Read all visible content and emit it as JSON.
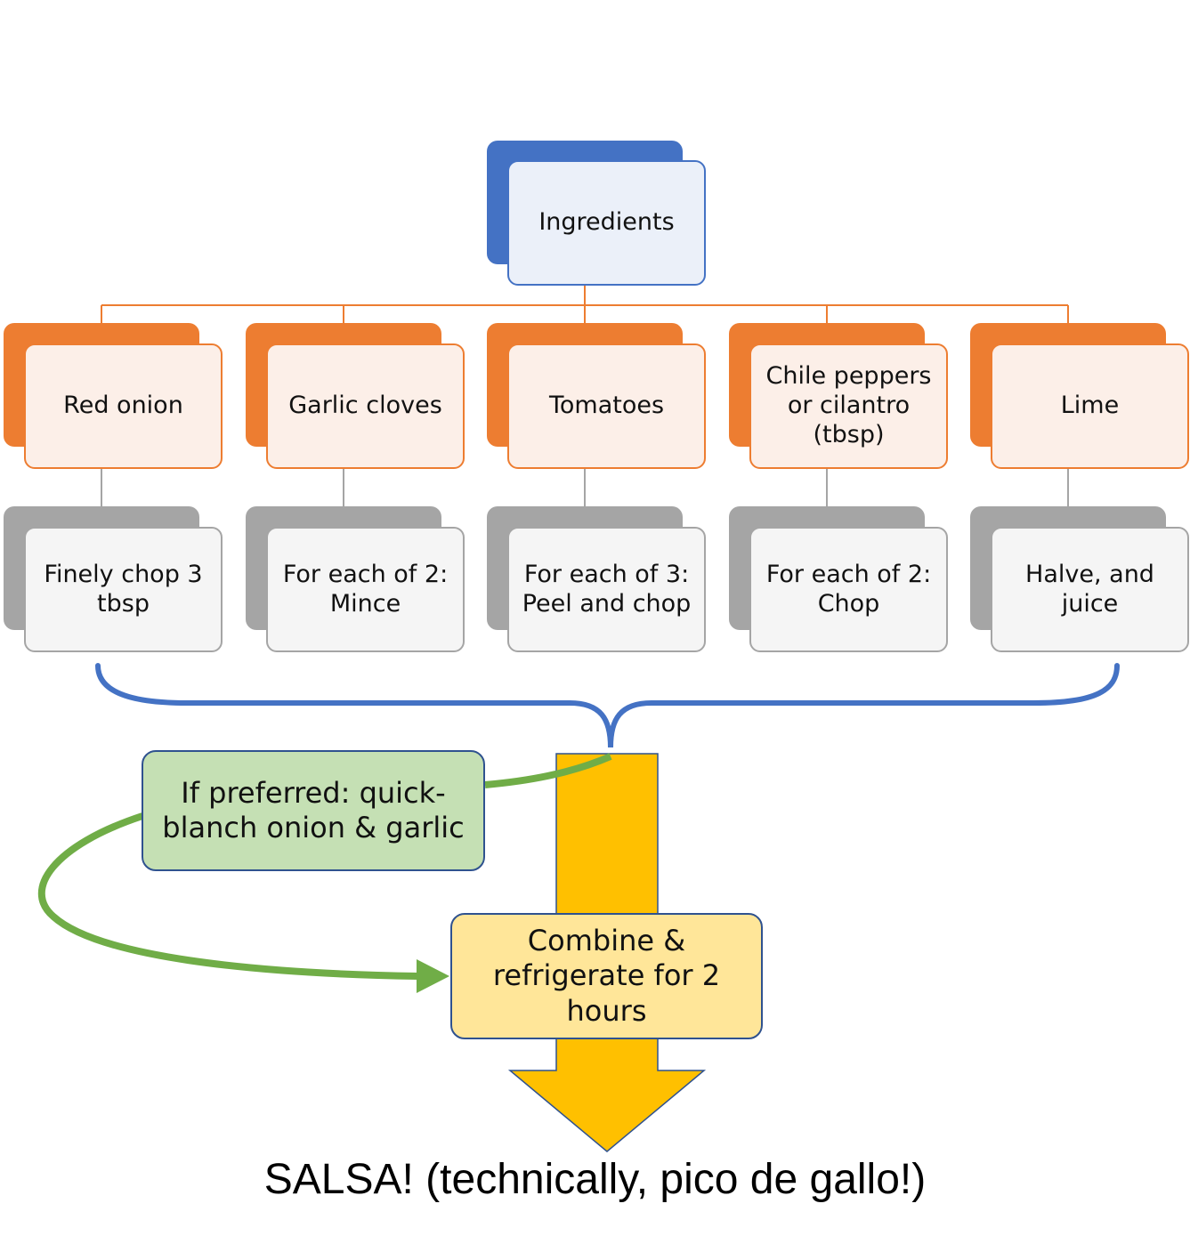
{
  "colors": {
    "blue": "#4472c4",
    "orange": "#ed7d31",
    "gray": "#a5a5a5",
    "green": "#70ad47",
    "yellow_arrow": "#ffc000"
  },
  "root": {
    "label": "Ingredients"
  },
  "ingredients": [
    {
      "name": "Red onion",
      "step": "Finely chop 3 tbsp"
    },
    {
      "name": "Garlic cloves",
      "step": "For each of 2: Mince"
    },
    {
      "name": "Tomatoes",
      "step": "For each of 3: Peel and chop"
    },
    {
      "name": "Chile peppers or cilantro (tbsp)",
      "step": "For each of 2: Chop"
    },
    {
      "name": "Lime",
      "step": "Halve, and juice"
    }
  ],
  "optional_step": "If preferred: quick-blanch onion & garlic",
  "combine_step": "Combine & refrigerate for 2 hours",
  "result": "SALSA! (technically, pico de gallo!)"
}
